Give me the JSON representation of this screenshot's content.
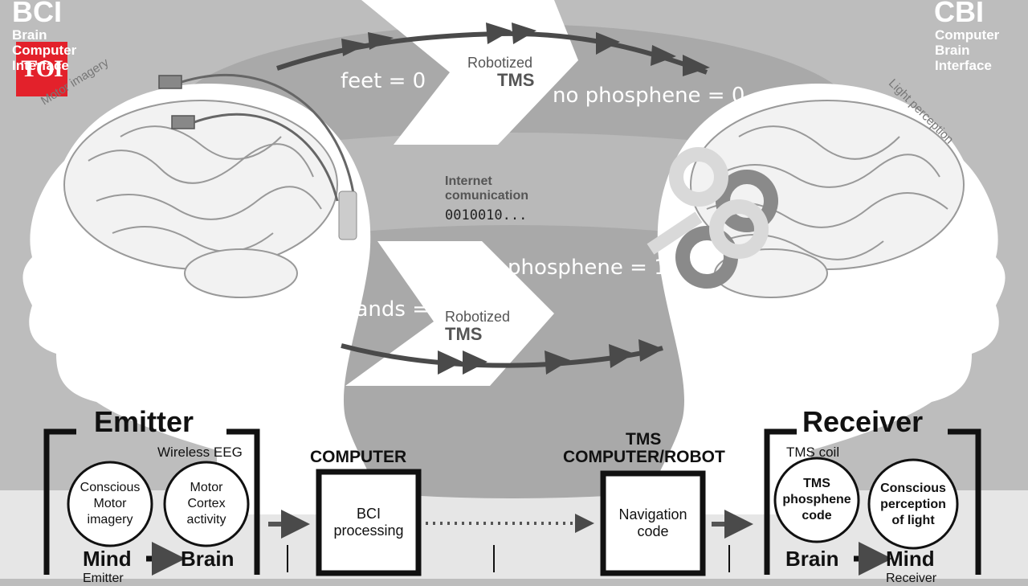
{
  "watermark": {
    "label": "TOI",
    "color": "#e3212b"
  },
  "bci": {
    "acronym": "BCI",
    "line1": "Brain",
    "line2": "Computer",
    "line3": "Interface"
  },
  "cbi": {
    "acronym": "CBI",
    "line1": "Computer",
    "line2": "Brain",
    "line3": "Interface"
  },
  "side_labels": {
    "left": "Motor imagery",
    "right": "Light perception"
  },
  "top_flow": {
    "code": "feet = 0",
    "stage": "Robotized",
    "stage_bold": "TMS",
    "result": "no phosphene = 0"
  },
  "middle": {
    "line1": "Internet",
    "line2": "comunication",
    "bits": "0010010..."
  },
  "bottom_flow": {
    "code": "hands = 1",
    "stage": "Robotized",
    "stage_bold": "TMS",
    "result": "phosphene = 1"
  },
  "emitter": {
    "title": "Emitter",
    "device": "Wireless EEG",
    "circle1": "Conscious Motor imagery",
    "circle2": "Motor Cortex activity",
    "from": "Mind",
    "to": "Brain",
    "footer": "Emitter"
  },
  "computer": {
    "title": "COMPUTER",
    "box": "BCI processing"
  },
  "tms_computer": {
    "title_line1": "TMS",
    "title_line2": "COMPUTER/ROBOT",
    "box": "Navigation code"
  },
  "receiver": {
    "title": "Receiver",
    "device": "TMS coil",
    "circle1": "TMS phosphene code",
    "circle2": "Conscious perception of light",
    "from": "Brain",
    "to": "Mind",
    "footer": "Receiver"
  },
  "colors": {
    "background": "#bdbdbd",
    "head": "#ffffff",
    "band": "#a9a9a9",
    "arrow": "#4a4a4a",
    "bottom_strip": "#e6e6e6"
  }
}
